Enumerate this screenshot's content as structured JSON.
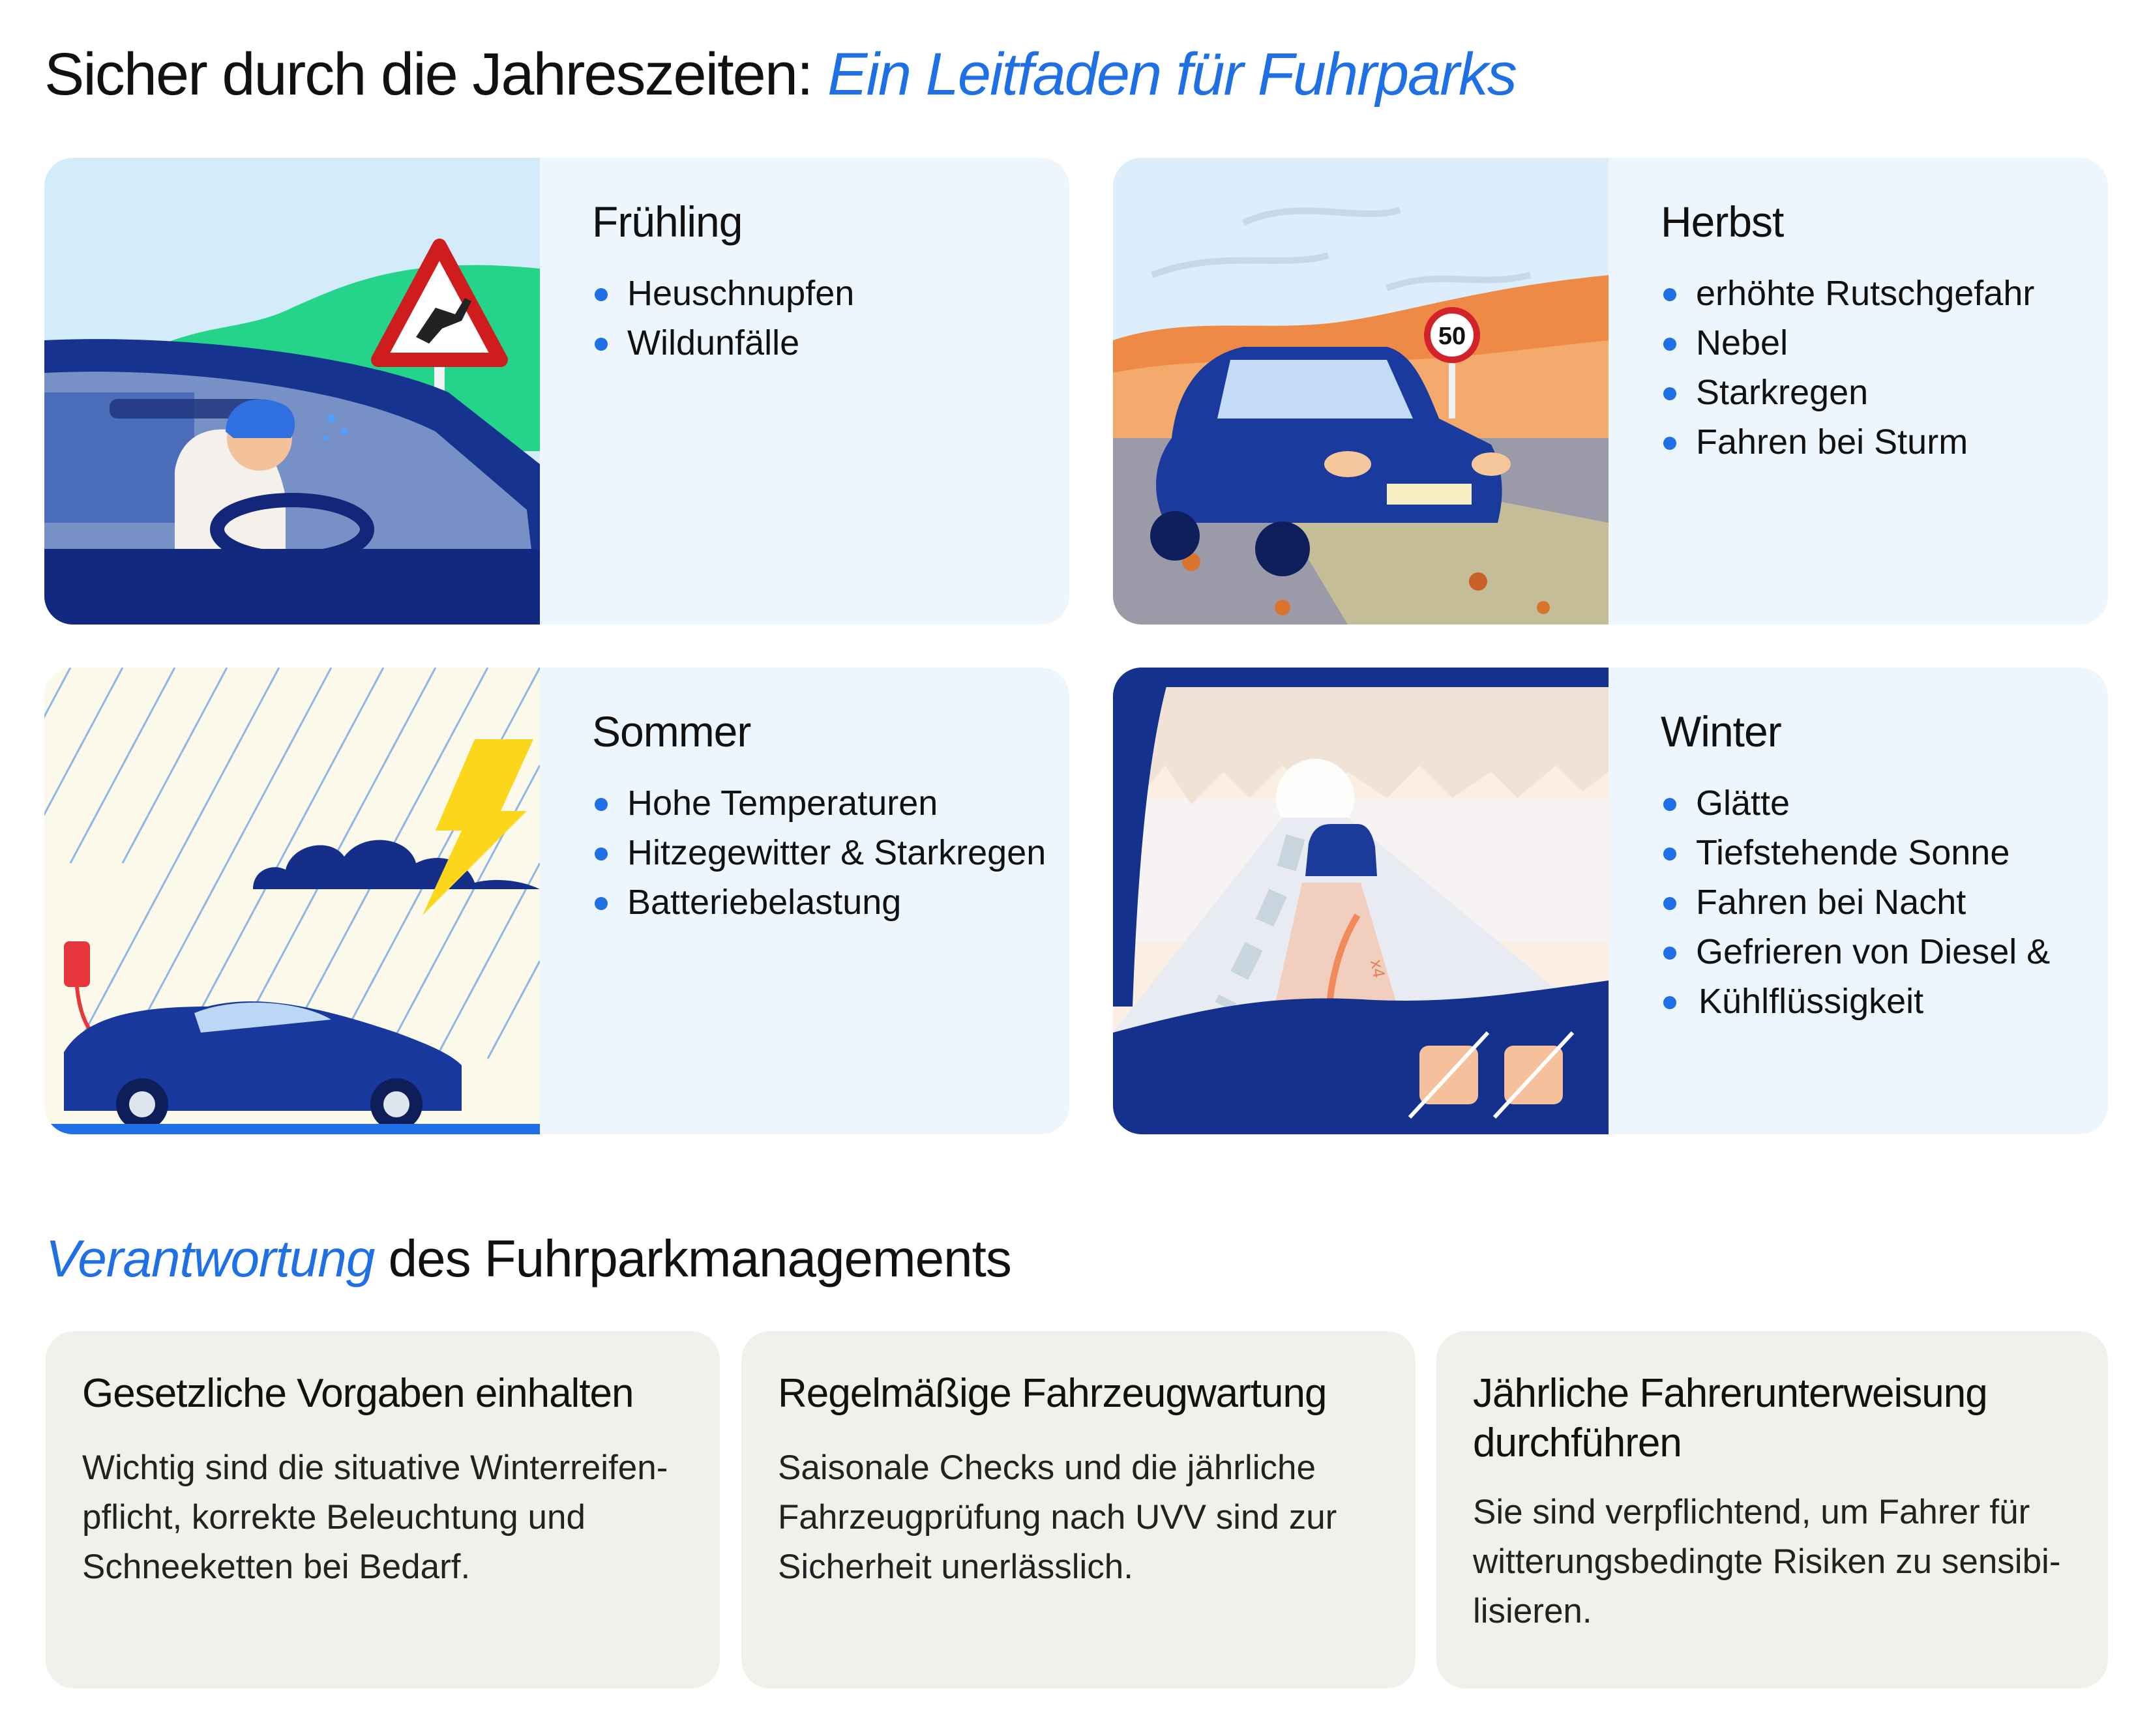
{
  "title": {
    "main": "Sicher durch die Jahreszeiten:",
    "accent": "Ein Leitfaden für Fuhrparks"
  },
  "seasons": [
    {
      "name": "Frühling",
      "items": [
        "Heuschnupfen",
        "Wildunfälle"
      ]
    },
    {
      "name": "Herbst",
      "items": [
        "erhöhte Rutschgefahr",
        "Nebel",
        "Starkregen",
        "Fahren bei Sturm"
      ]
    },
    {
      "name": "Sommer",
      "items": [
        "Hohe Temperaturen",
        "Hitzegewitter & Starkregen",
        "Batteriebelastung"
      ]
    },
    {
      "name": "Winter",
      "items": [
        "Glätte",
        "Tiefstehende Sonne",
        "Fahren bei Nacht",
        "Gefrieren von Diesel &",
        "Kühlflüssigkeit"
      ]
    }
  ],
  "sign_speed": "50",
  "winter_marker": "x4",
  "subtitle": {
    "accent": "Verantwortung",
    "main": "des Fuhrparkmanagements"
  },
  "responsibilities": [
    {
      "title": "Gesetzliche Vorgaben einhalten",
      "text": "Wichtig sind die situative Winterreifen-pflicht, korrekte Beleuchtung und Schneeketten bei Bedarf."
    },
    {
      "title": "Regelmäßige Fahrzeugwartung",
      "text": "Saisonale Checks und die jährliche Fahrzeugprüfung nach UVV sind zur Sicherheit unerlässlich."
    },
    {
      "title": "Jährliche Fahrerunterweisung durchführen",
      "text": "Sie sind verpflichtend, um Fahrer für witterungsbedingte Risiken zu sensibi-lisieren."
    }
  ],
  "colors": {
    "accent": "#1f6fe5",
    "navy": "#13318d",
    "card_bg": "#eef6fd",
    "box_bg": "#f1f0ea"
  }
}
